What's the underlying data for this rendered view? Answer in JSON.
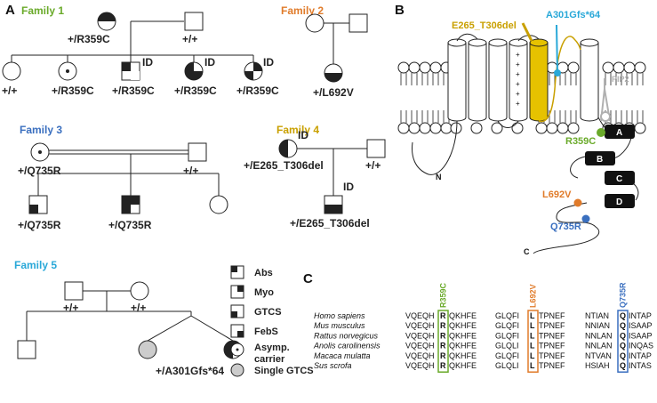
{
  "panels": {
    "a": "A",
    "b": "B",
    "c": "C"
  },
  "families": {
    "f1": {
      "title": "Family 1",
      "color": "#6aaa2a"
    },
    "f2": {
      "title": "Family 2",
      "color": "#e07b2a"
    },
    "f3": {
      "title": "Family 3",
      "color": "#3a6fbf"
    },
    "f4": {
      "title": "Family 4",
      "color": "#c9a000"
    },
    "f5": {
      "title": "Family 5",
      "color": "#29a8d8"
    }
  },
  "genotypes": {
    "f1_father": "+/R359C",
    "f1_mother": "+/+",
    "f1_c1": "+/+",
    "f1_c2": "+/R359C",
    "f1_c3": "+/R359C",
    "f1_c4": "+/R359C",
    "f1_c5": "+/R359C",
    "f2_child": "+/L692V",
    "f3_mother": "+/Q735R",
    "f3_father": "+/+",
    "f3_c1": "+/Q735R",
    "f3_c2": "+/Q735R",
    "f4_mother": "+/E265_T306del",
    "f4_father": "+/+",
    "f4_child": "+/E265_T306del",
    "f5_father": "+/+",
    "f5_mother": "+/+",
    "f5_twin": "+/A301Gfs*64"
  },
  "id_tag": "ID",
  "legend": {
    "abs": "Abs",
    "myo": "Myo",
    "gtcs": "GTCS",
    "febs": "FebS",
    "asymp1": "Asymp.",
    "asymp2": "carrier",
    "single": "Single GTCS"
  },
  "topology": {
    "del_label": "E265_T306del",
    "fs_label": "A301Gfs*64",
    "pip2": "PIP2",
    "r359c": "R359C",
    "l692v": "L692V",
    "q735r": "Q735R",
    "n_term": "N",
    "c_term": "C",
    "domains": [
      "A",
      "B",
      "C",
      "D"
    ],
    "charges": [
      "+",
      "+",
      "+",
      "+",
      "+",
      "+"
    ],
    "colors": {
      "del": "#c9a000",
      "fs": "#29a8d8",
      "pip2": "#b0b0b0",
      "r359c": "#6aaa2a",
      "l692v": "#e07b2a",
      "q735r": "#3a6fbf",
      "helix": "#e6c200"
    }
  },
  "alignment": {
    "species": [
      "Homo sapiens",
      "Mus musculus",
      "Rattus norvegicus",
      "Anolis carolinensis",
      "Macaca mulatta",
      "Sus scrofa"
    ],
    "blocks": [
      {
        "header": "R359C",
        "color": "#6aaa2a",
        "pre": [
          "VQEQH",
          "VQEQH",
          "VQEQH",
          "VQEQH",
          "VQEQH",
          "VQEQH"
        ],
        "res": [
          "R",
          "R",
          "R",
          "R",
          "R",
          "R"
        ],
        "post": [
          "QKHFE",
          "QKHFE",
          "QKHFE",
          "QKHFE",
          "QKHFE",
          "QKHFE"
        ]
      },
      {
        "header": "L692V",
        "color": "#e07b2a",
        "pre": [
          "GLQFI",
          "GLQFI",
          "GLQFI",
          "GLQLI",
          "GLQFI",
          "GLQLI"
        ],
        "res": [
          "L",
          "L",
          "L",
          "L",
          "L",
          "L"
        ],
        "post": [
          "TPNEF",
          "TPNEF",
          "TPNEF",
          "TPNEF",
          "TPNEF",
          "TPNEF"
        ]
      },
      {
        "header": "Q735R",
        "color": "#3a6fbf",
        "pre": [
          "NTIAN",
          "NNIAN",
          "NNLAN",
          "NNLAN",
          "NTVAN",
          "HSIAH"
        ],
        "res": [
          "Q",
          "Q",
          "Q",
          "Q",
          "Q",
          "Q"
        ],
        "post": [
          "INTAP",
          "ISAAP",
          "ISAAP",
          "INQAS",
          "INTAP",
          "INTAS"
        ]
      }
    ]
  }
}
